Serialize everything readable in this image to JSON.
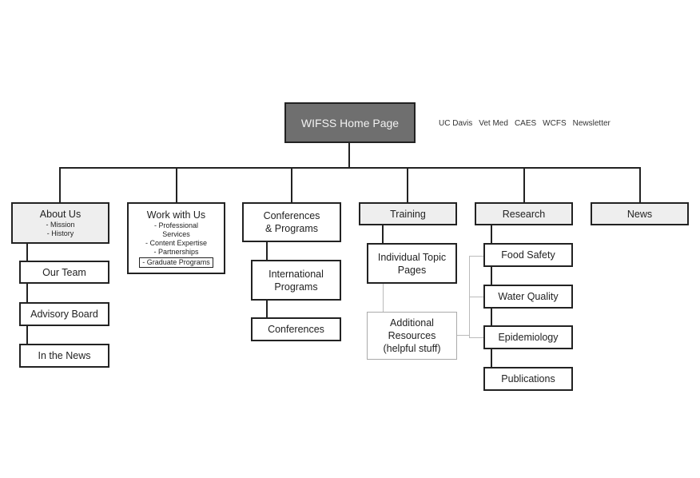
{
  "home": {
    "title": "WIFSS Home Page"
  },
  "top_links": [
    "UC Davis",
    "Vet Med",
    "CAES",
    "WCFS",
    "Newsletter"
  ],
  "about": {
    "title": "About Us",
    "items": [
      "- Mission",
      "- History"
    ],
    "children": [
      "Our Team",
      "Advisory Board",
      "In the News"
    ]
  },
  "work": {
    "title": "Work with Us",
    "items": [
      "- Professional",
      "Services",
      "- Content Expertise",
      "- Partnerships"
    ],
    "highlight": "- Graduate Programs"
  },
  "conferences": {
    "title_line1": "Conferences",
    "title_line2": "& Programs",
    "children": [
      [
        "International",
        "Programs"
      ],
      [
        "Conferences"
      ]
    ]
  },
  "training": {
    "title": "Training",
    "children": [
      [
        "Individual Topic",
        "Pages"
      ]
    ],
    "extra": [
      "Additional",
      "Resources",
      "(helpful stuff)"
    ]
  },
  "research": {
    "title": "Research",
    "children": [
      "Food Safety",
      "Water Quality",
      "Epidemiology",
      "Publications"
    ]
  },
  "news": {
    "title": "News"
  }
}
